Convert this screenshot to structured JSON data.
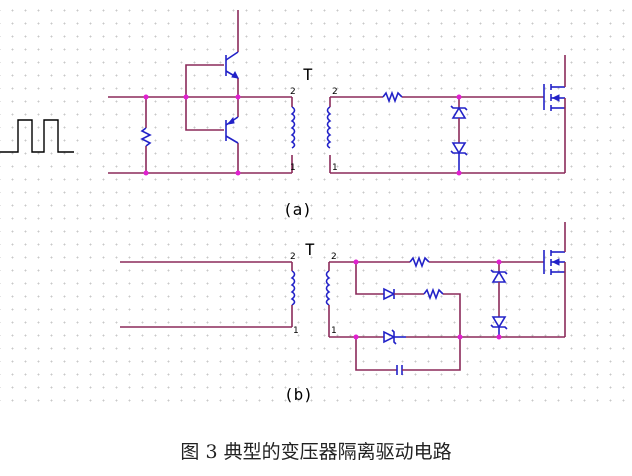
{
  "diagram": {
    "input_waveform": "square-pulse-train",
    "circuit_a": {
      "label": "(a)",
      "transformer_label": "T",
      "primary_pins": [
        "2",
        "1"
      ],
      "secondary_pins": [
        "2",
        "1"
      ],
      "components": [
        "input-resistor",
        "npn-transistor",
        "pnp-transistor",
        "transformer",
        "series-resistor",
        "zener-diode-top",
        "zener-diode-bottom",
        "mosfet"
      ]
    },
    "circuit_b": {
      "label": "(b)",
      "transformer_label": "T",
      "primary_pins": [
        "2",
        "1"
      ],
      "secondary_pins": [
        "2",
        "1"
      ],
      "components": [
        "transformer",
        "series-resistor",
        "diode",
        "resistor",
        "zener-diode",
        "capacitor",
        "zener-diode-top",
        "zener-diode-bottom",
        "mosfet"
      ]
    }
  },
  "caption": "图 3  典型的变压器隔离驱动电路"
}
